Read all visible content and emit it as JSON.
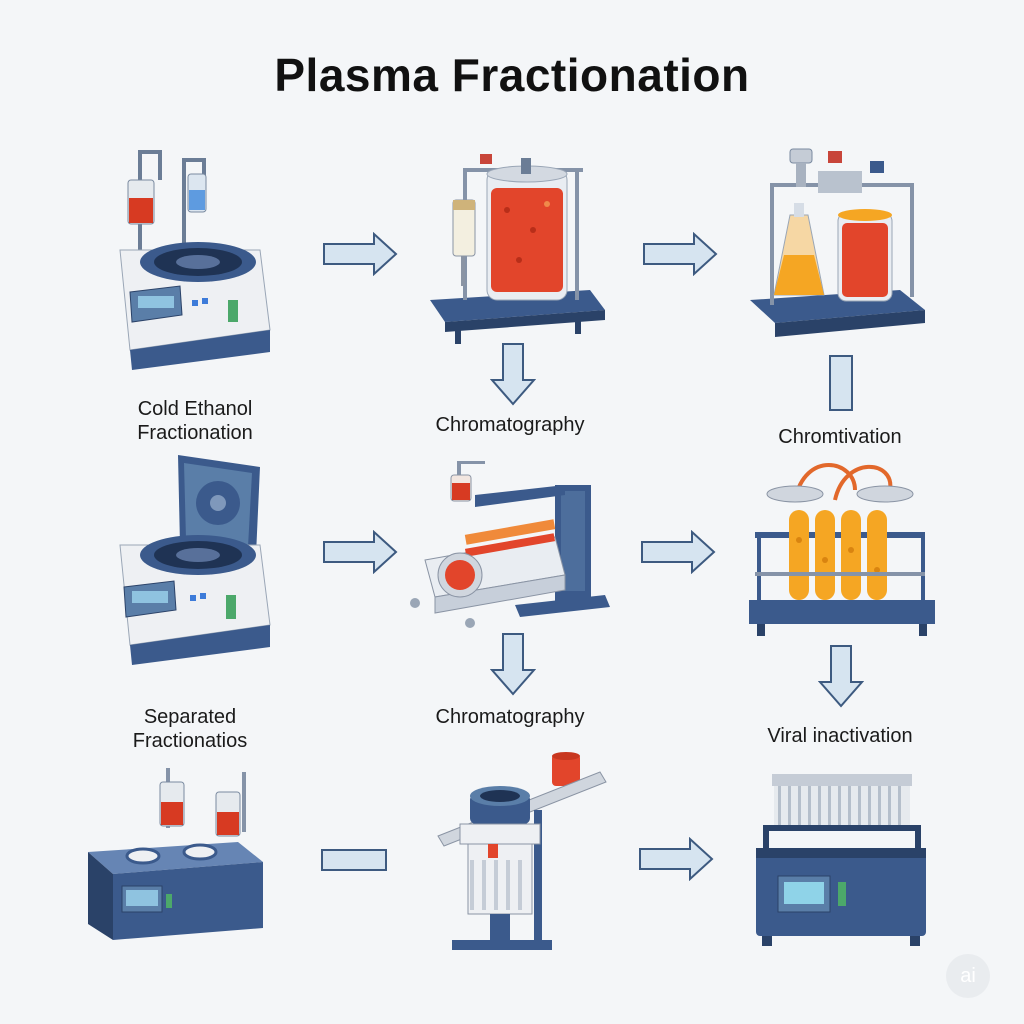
{
  "title": "Plasma Fractionation",
  "labels": {
    "cold_ethanol": "Cold Ethanol\nFractionation",
    "chromatography_1": "Chromatography",
    "chromitivation": "Chromtivation",
    "separated": "Separated\nFractionatios",
    "chromatography_2": "Chromatography",
    "viral_inactivation": "Viral inactivation"
  },
  "watermark": "ai",
  "colors": {
    "arrow_fill": "#d6e4f0",
    "arrow_stroke": "#3d5a80",
    "machine_navy": "#3b5a8c",
    "machine_white": "#eef0f3",
    "fluid_red": "#e8452c",
    "fluid_orange": "#f5a623"
  }
}
